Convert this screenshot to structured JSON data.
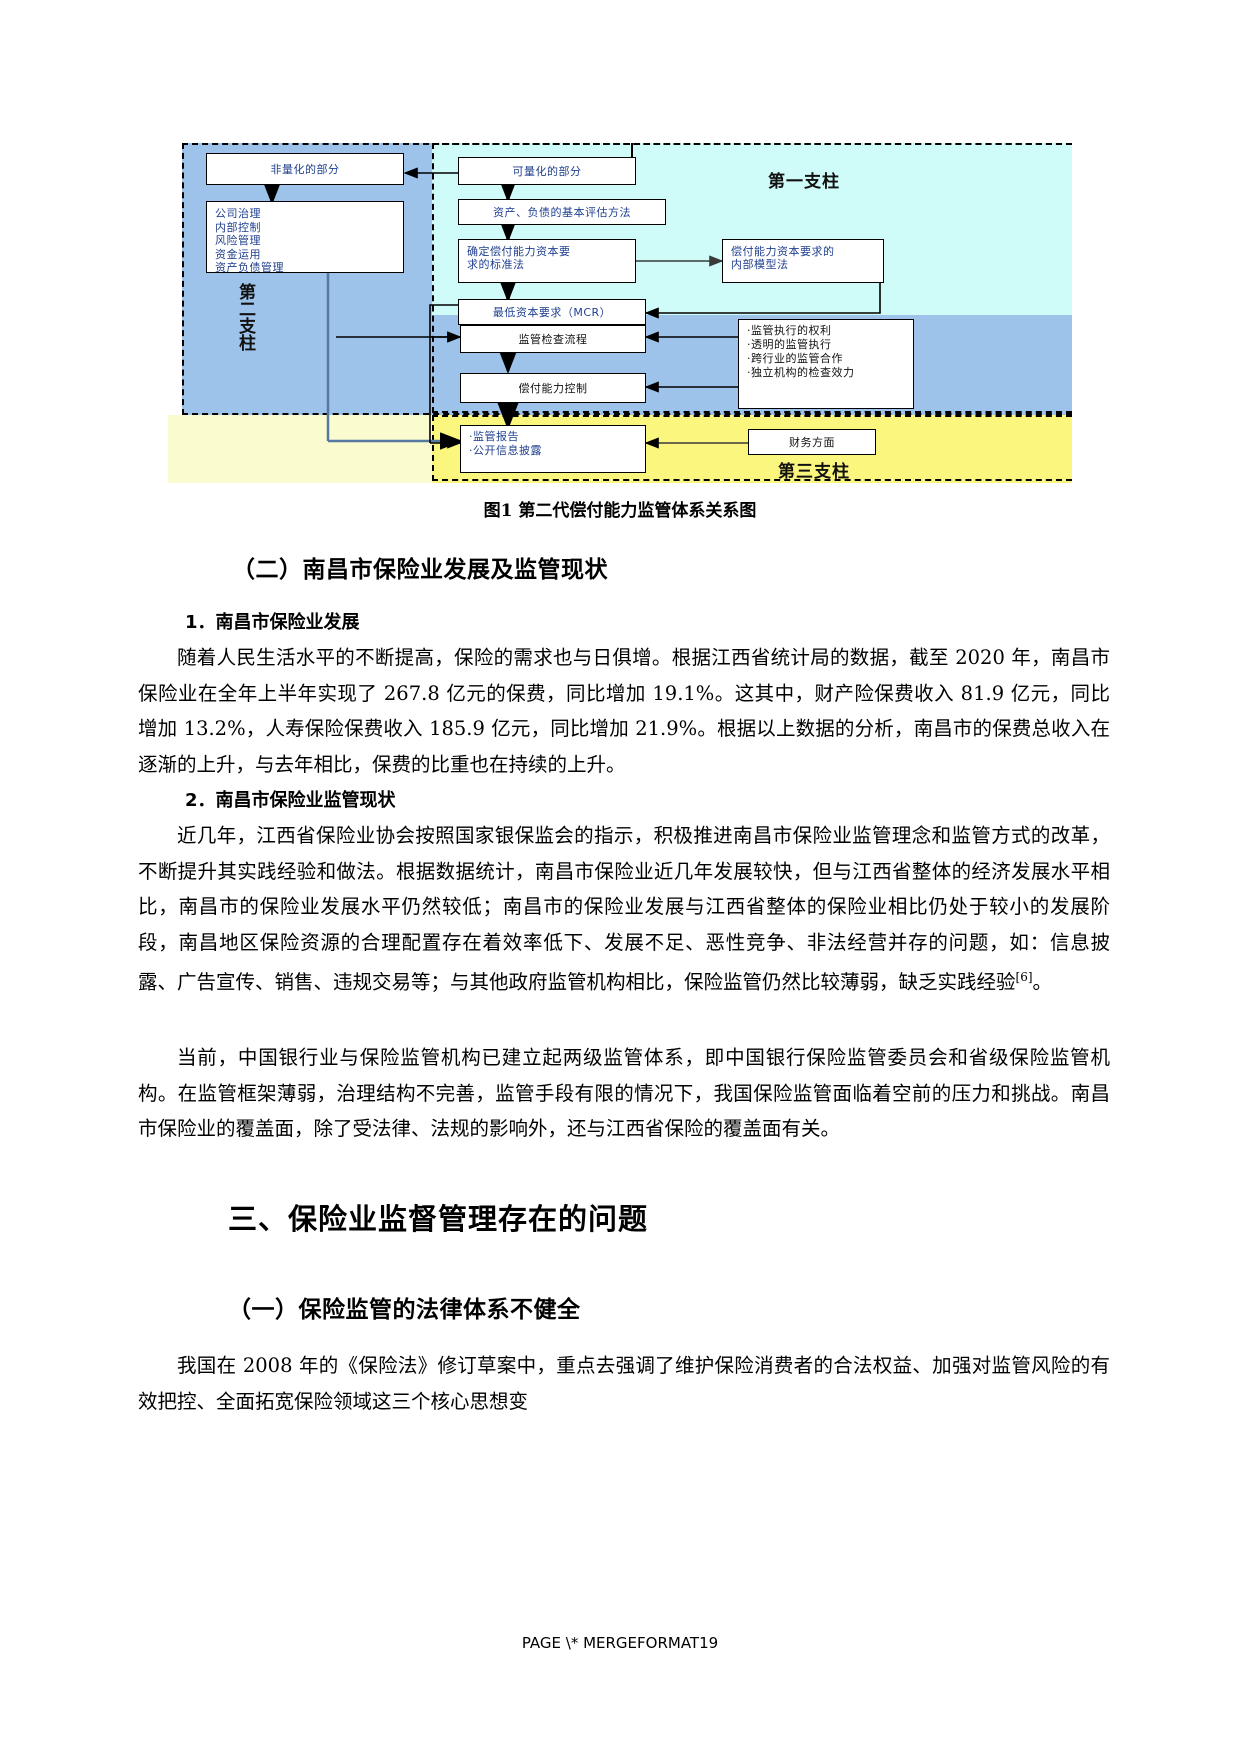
{
  "figure": {
    "boxes": {
      "non_quantifiable": "非量化的部分",
      "governance_list": "公司治理\n内部控制\n风险管理\n资金运用\n资产负债管理",
      "quantifiable": "可量化的部分",
      "valuation_method": "资产、负债的基本评估方法",
      "standard_method": "确定偿付能力资本要\n求的标准法",
      "internal_model": "偿付能力资本要求的\n内部模型法",
      "mcr": "最低资本要求（MCR）",
      "inspection_process": "监管检查流程",
      "solvency_control": "偿付能力控制",
      "supervision_rights": "·监管执行的权利\n·透明的监管执行\n·跨行业的监管合作\n·独立机构的检查效力",
      "reports": "·监管报告\n·公开信息披露",
      "financial": "财务方面"
    },
    "pillars": {
      "first": "第一支柱",
      "second": "第二支柱",
      "third": "第三支柱"
    },
    "caption": "图1 第二代偿付能力监管体系关系图"
  },
  "sections": {
    "heading_2": "（二）南昌市保险业发展及监管现状",
    "sub_1": "1．南昌市保险业发展",
    "para_1": "随着人民生活水平的不断提高，保险的需求也与日俱增。根据江西省统计局的数据，截至 2020 年，南昌市保险业在全年上半年实现了 267.8 亿元的保费，同比增加 19.1%。这其中，财产险保费收入 81.9 亿元，同比增加 13.2%，人寿保险保费收入 185.9 亿元，同比增加 21.9%。根据以上数据的分析，南昌市的保费总收入在逐渐的上升，与去年相比，保费的比重也在持续的上升。",
    "sub_2": "2．南昌市保险业监管现状",
    "para_2_main": "近几年，江西省保险业协会按照国家银保监会的指示，积极推进南昌市保险业监管理念和监管方式的改革，不断提升其实践经验和做法。根据数据统计，南昌市保险业近几年发展较快，但与江西省整体的经济发展水平相比，南昌市的保险业发展水平仍然较低；南昌市的保险业发展与江西省整体的保险业相比仍处于较小的发展阶段，南昌地区保险资源的合理配置存在着效率低下、发展不足、恶性竞争、非法经营并存的问题，如：信息披露、广告宣传、销售、违规交易等；与其他政府监管机构相比，保险监管仍然比较薄弱，缺乏实践经验",
    "para_2_ref": "[6]",
    "para_2_end": "。",
    "para_3": "当前，中国银行业与保险监管机构已建立起两级监管体系，即中国银行保险监管委员会和省级保险监管机构。在监管框架薄弱，治理结构不完善，监管手段有限的情况下，我国保险监管面临着空前的压力和挑战。南昌市保险业的覆盖面，除了受法律、法规的影响外，还与江西省保险的覆盖面有关。",
    "heading_3": "三、保险业监督管理存在的问题",
    "heading_3_1": "（一）保险监管的法律体系不健全",
    "para_4": "我国在 2008 年的《保险法》修订草案中，重点去强调了维护保险消费者的合法权益、加强对监管风险的有效把控、全面拓宽保险领域这三个核心思想变"
  },
  "footer": {
    "page_field": "PAGE   \\* MERGEFORMAT19"
  }
}
